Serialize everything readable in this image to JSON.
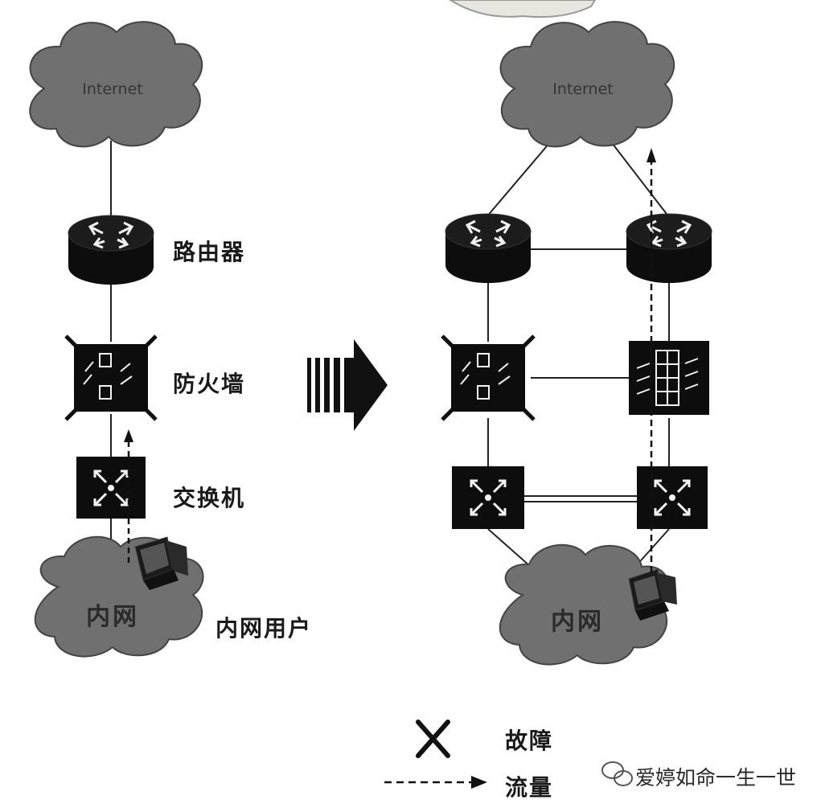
{
  "left": {
    "cloud_top": "Internet",
    "cloud_bottom": "内网",
    "router_label": "路由器",
    "firewall_label": "防火墙",
    "switch_label": "交换机",
    "user_label": "内网用户"
  },
  "right": {
    "cloud_top": "Internet",
    "cloud_bottom": "内网"
  },
  "legend": {
    "fault": "故障",
    "traffic": "流量"
  },
  "watermark": "爱婷如命一生一世",
  "colors": {
    "cloud": "#6f6f6f",
    "device": "#111111",
    "line": "#222222"
  }
}
